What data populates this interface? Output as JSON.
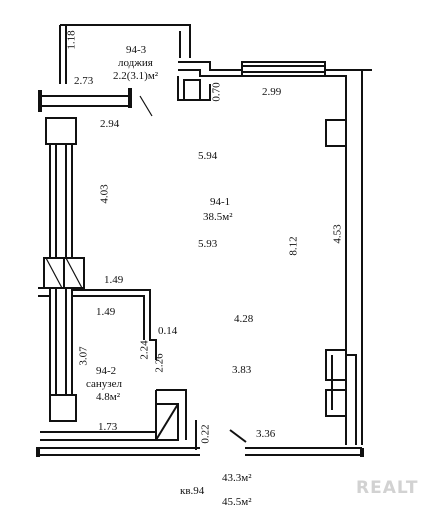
{
  "rooms": [
    {
      "id": "94-3",
      "name": "лоджия",
      "area": "2.2(3.1)м²"
    },
    {
      "id": "94-1",
      "name": "",
      "area": "38.5м²"
    },
    {
      "id": "94-2",
      "name": "санузел",
      "area": "4.8м²"
    }
  ],
  "dimensions": {
    "loggia_height": "1.18",
    "loggia_width": "2.73",
    "top_wall_right": "2.99",
    "top_notch": "0.70",
    "left_upper": "2.94",
    "room_width_top": "5.94",
    "room_width_bottom": "5.93",
    "left_vertical": "4.03",
    "right_inner": "4.53",
    "right_outer": "8.12",
    "mid_left": "1.49",
    "bath_top": "1.49",
    "center_width": "4.28",
    "bath_step": "0.14",
    "bath_inner_vert": "2.24",
    "bath_inner_vert2": "2.26",
    "bath_vert": "3.07",
    "bottom_right_width": "3.83",
    "bath_bottom": "1.73",
    "bottom_small": "0.22",
    "bottom_right": "3.36"
  },
  "totals": {
    "apartment": "кв.94",
    "area_living": "43.3м²",
    "area_total": "45.5м²"
  },
  "watermark": "REALT",
  "colors": {
    "wall": "#111111",
    "background": "#ffffff",
    "watermark": "#d2d2d2"
  }
}
